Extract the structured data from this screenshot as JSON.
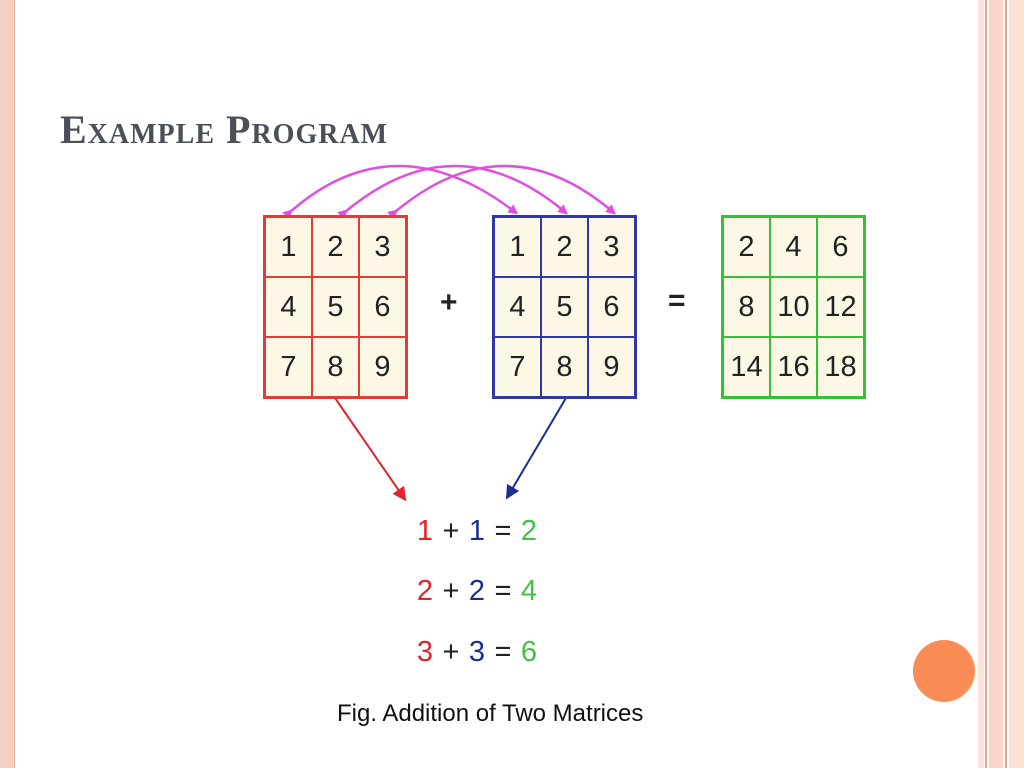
{
  "slide": {
    "title": "Example Program"
  },
  "matrices": {
    "a": [
      [
        "1",
        "2",
        "3"
      ],
      [
        "4",
        "5",
        "6"
      ],
      [
        "7",
        "8",
        "9"
      ]
    ],
    "b": [
      [
        "1",
        "2",
        "3"
      ],
      [
        "4",
        "5",
        "6"
      ],
      [
        "7",
        "8",
        "9"
      ]
    ],
    "c": [
      [
        "2",
        "4",
        "6"
      ],
      [
        "8",
        "10",
        "12"
      ],
      [
        "14",
        "16",
        "18"
      ]
    ]
  },
  "operators": {
    "plus": "+",
    "equals": "="
  },
  "equations": [
    {
      "a": "1",
      "op": "+",
      "b": "1",
      "eq": "=",
      "c": "2"
    },
    {
      "a": "2",
      "op": "+",
      "b": "2",
      "eq": "=",
      "c": "4"
    },
    {
      "a": "3",
      "op": "+",
      "b": "3",
      "eq": "=",
      "c": "6"
    }
  ],
  "caption": "Fig. Addition of Two Matrices",
  "colors": {
    "matrix_a": "#e33b35",
    "matrix_b": "#2e39a6",
    "matrix_c": "#34c234",
    "arc": "#e04fe0",
    "accent": "#fb8c55"
  }
}
